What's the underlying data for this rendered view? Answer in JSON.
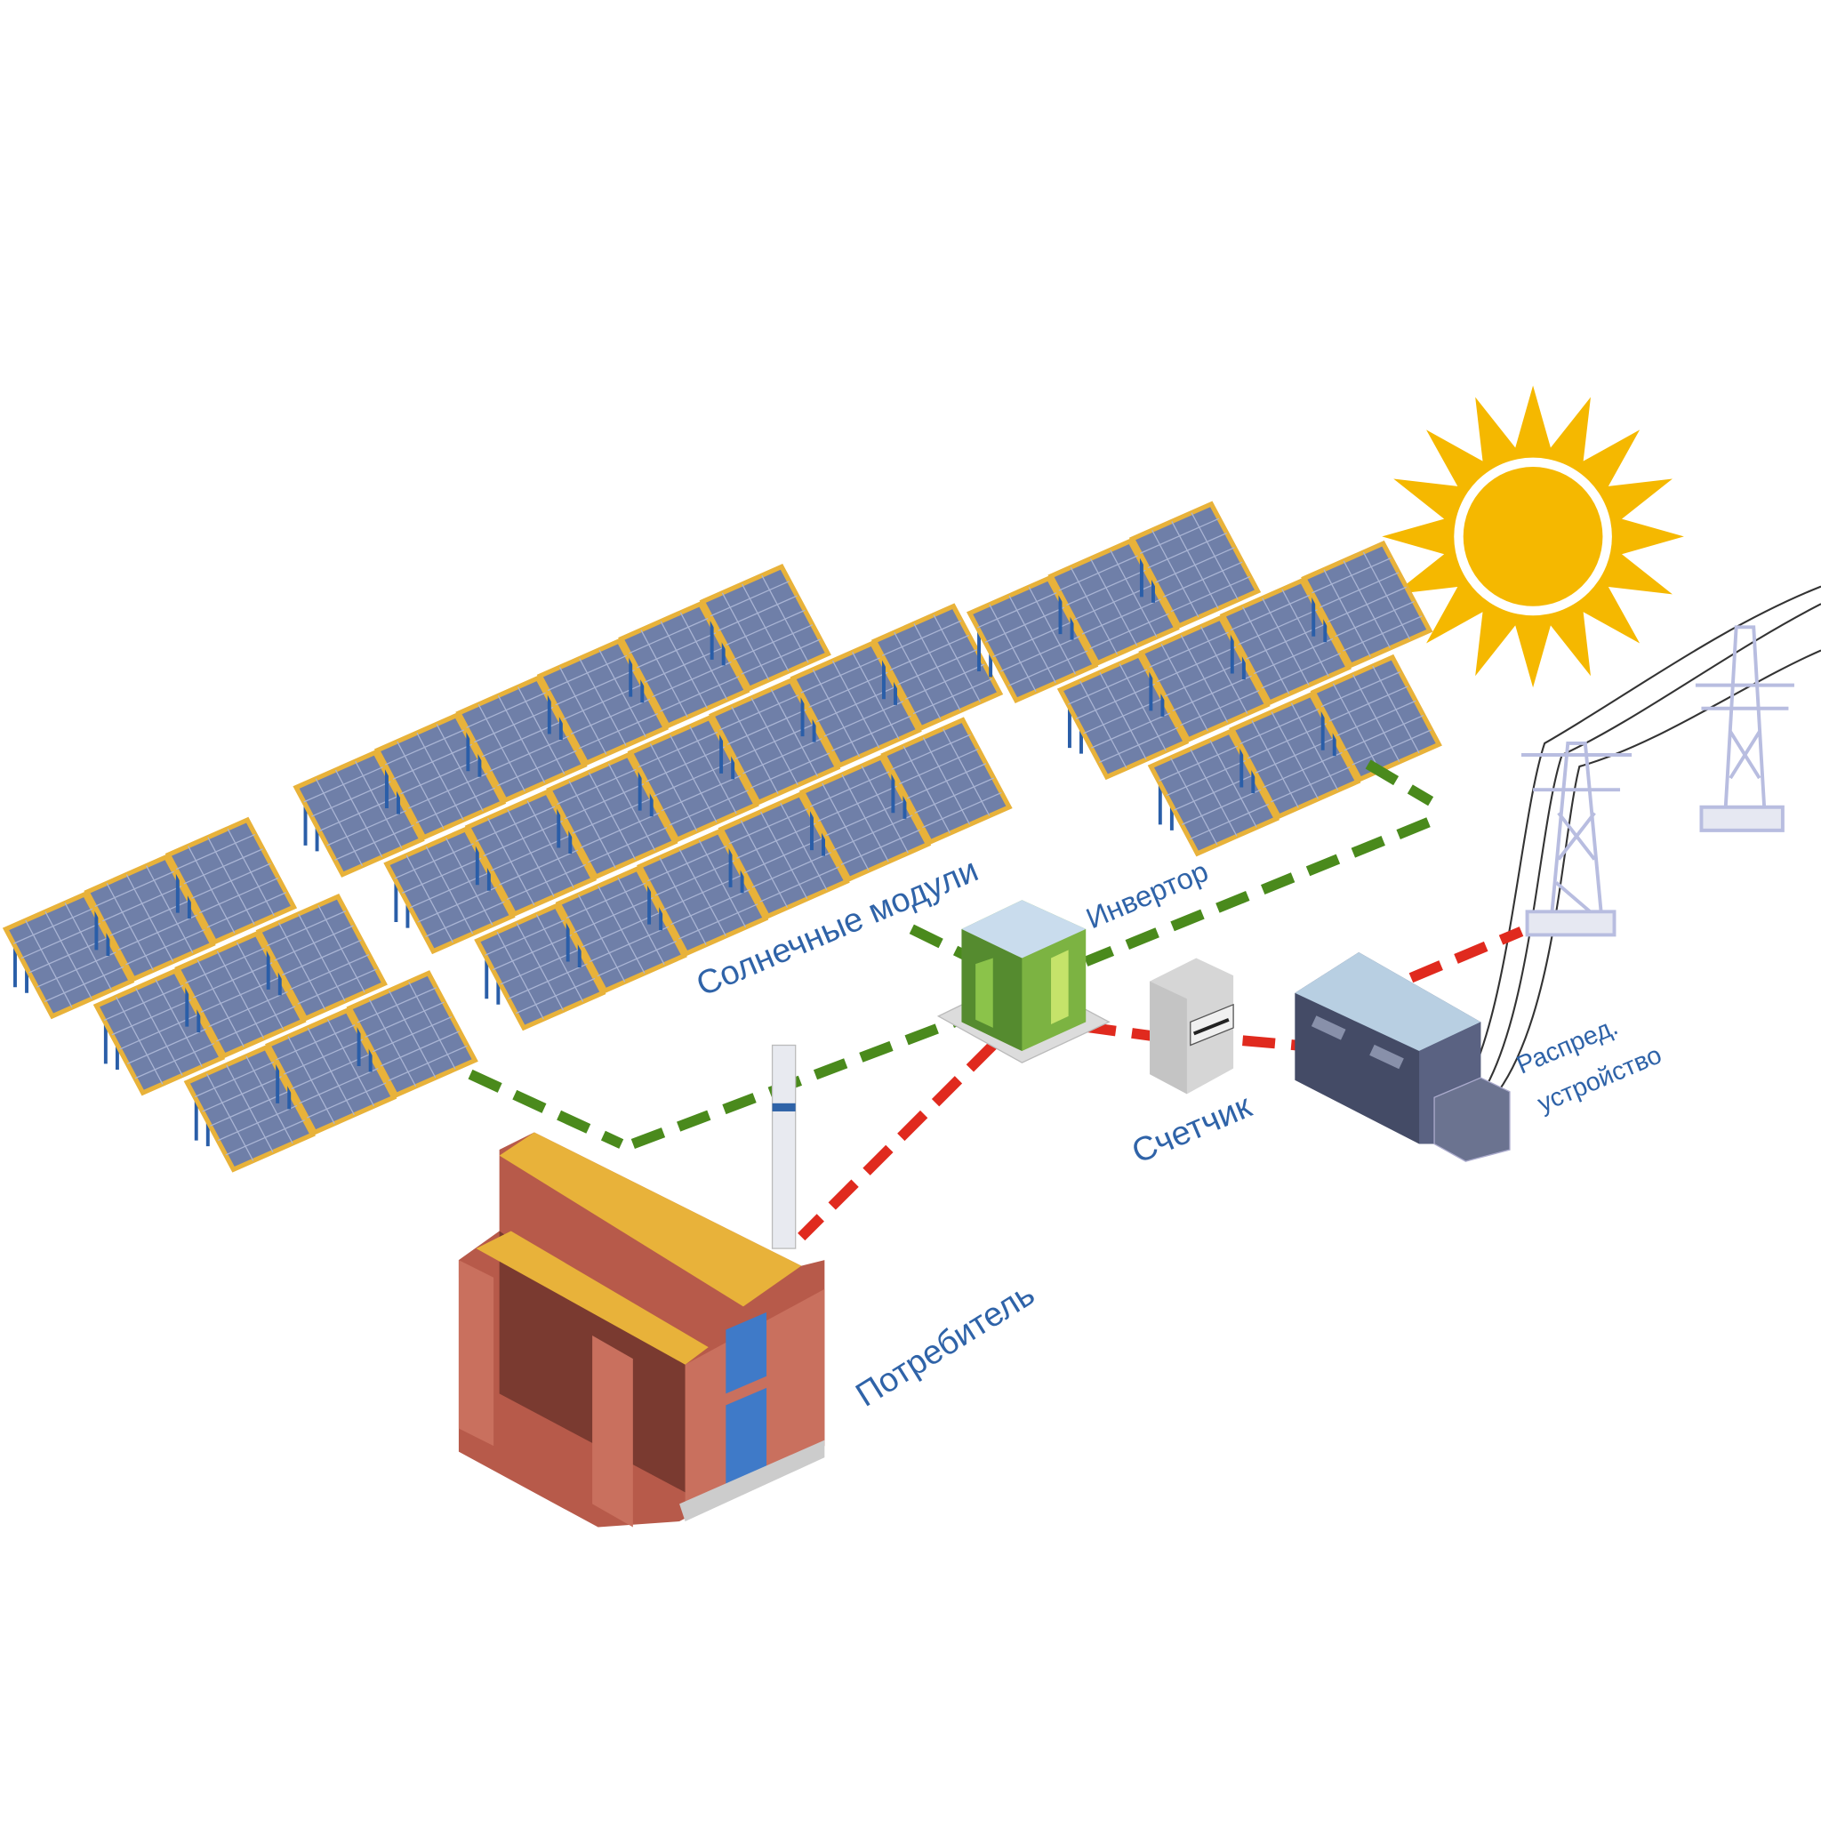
{
  "labels": {
    "solar_modules": "Солнечные модули",
    "inverter": "Инвертор",
    "meter": "Счетчик",
    "switchgear_line1": "Распред.",
    "switchgear_line2": "устройство",
    "consumer": "Потребитель"
  },
  "colors": {
    "dc_line": "#4a8a1c",
    "ac_line": "#e02a1e",
    "label": "#2f63a8",
    "sun": "#f5b800",
    "panel": "#6f7fa8",
    "panel_frame": "#e8b23a"
  }
}
